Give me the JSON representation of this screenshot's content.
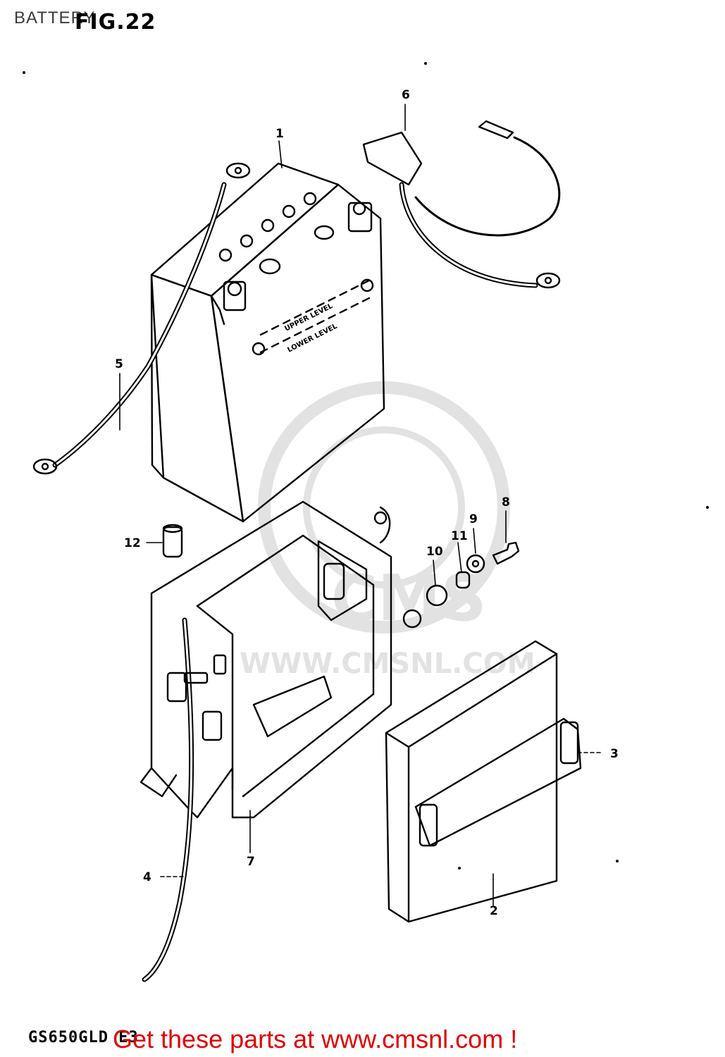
{
  "header": {
    "title": "BATTERY",
    "figure": "FIG.22"
  },
  "battery_labels": {
    "upper_level": "UPPER LEVEL",
    "lower_level": "LOWER LEVEL"
  },
  "callouts": {
    "c1": "1",
    "c2": "2",
    "c3": "3",
    "c4": "4",
    "c5": "5",
    "c6": "6",
    "c7": "7",
    "c8": "8",
    "c9": "9",
    "c10": "10",
    "c11": "11",
    "c12": "12"
  },
  "watermark": {
    "text": "WWW.CMSNL.COM",
    "brand": "CMS"
  },
  "footer": {
    "model_code": "GS650GLD E3",
    "cta": "Get these parts at www.cmsnl.com !"
  },
  "colors": {
    "line": "#000000",
    "watermark": "#e2e2e2",
    "cta": "#e00000"
  }
}
